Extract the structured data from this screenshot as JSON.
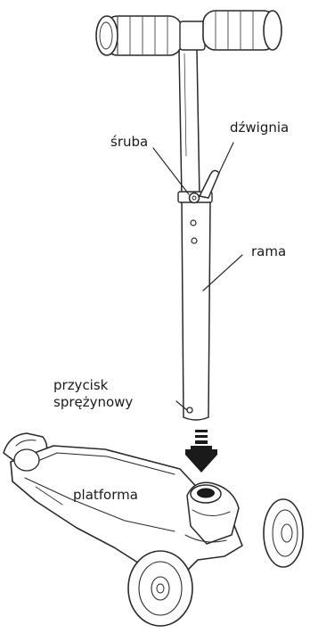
{
  "labels": {
    "screw": "śruba",
    "lever": "dźwignia",
    "frame": "rama",
    "button_line1": "przycisk",
    "button_line2": "sprężynowy",
    "platform": "platforma"
  }
}
